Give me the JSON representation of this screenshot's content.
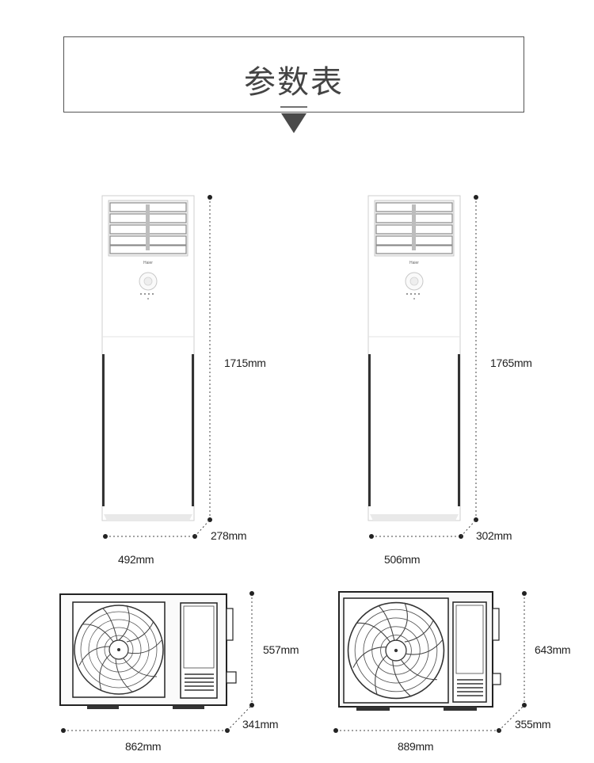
{
  "header": {
    "title": "参数表"
  },
  "indoor_units": [
    {
      "height": "1715mm",
      "depth": "278mm",
      "width": "492mm",
      "brand": "Haier"
    },
    {
      "height": "1765mm",
      "depth": "302mm",
      "width": "506mm",
      "brand": "Haier"
    }
  ],
  "outdoor_units": [
    {
      "height": "557mm",
      "depth": "341mm",
      "width": "862mm"
    },
    {
      "height": "643mm",
      "depth": "355mm",
      "width": "889mm"
    }
  ],
  "colors": {
    "border": "#555555",
    "arrow": "#4a4a4a",
    "unit_body": "#ffffff",
    "outline": "#222222"
  }
}
